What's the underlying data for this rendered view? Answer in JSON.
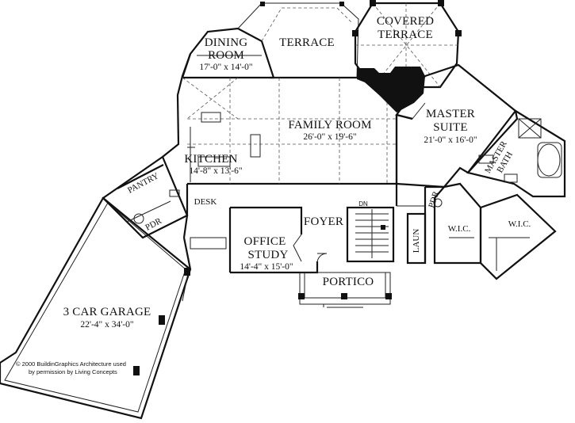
{
  "rooms": {
    "dining": {
      "name": "DINING",
      "name2": "ROOM",
      "dims": "17'-0\" x 14'-0\""
    },
    "terrace": {
      "name": "TERRACE"
    },
    "covered_terrace": {
      "name": "COVERED",
      "name2": "TERRACE"
    },
    "family": {
      "name": "FAMILY ROOM",
      "dims": "26'-0\" x 19'-6\""
    },
    "master_suite": {
      "name": "MASTER",
      "name2": "SUITE",
      "dims": "21'-0\" x 16'-0\""
    },
    "master_bath": {
      "name": "MASTER",
      "name2": "BATH"
    },
    "kitchen": {
      "name": "KITCHEN",
      "dims": "14'-8\" x 13'-6\""
    },
    "pantry": {
      "name": "PANTRY"
    },
    "pdr_left": {
      "name": "PDR"
    },
    "pdr_right": {
      "name": "PDR"
    },
    "desk": {
      "name": "DESK"
    },
    "foyer": {
      "name": "FOYER"
    },
    "stair": {
      "name": "DN"
    },
    "office": {
      "name": "OFFICE",
      "name2": "STUDY",
      "dims": "14'-4\" x 15'-0\""
    },
    "laun": {
      "name": "LAUN"
    },
    "wic_left": {
      "name": "W.I.C."
    },
    "wic_right": {
      "name": "W.I.C."
    },
    "portico": {
      "name": "PORTICO"
    },
    "garage": {
      "name": "3 CAR GARAGE",
      "dims": "22'-4\" x 34'-0\""
    }
  },
  "credit": {
    "line1": "© 2000 BuildinGraphics Architecture used",
    "line2": "by permission by Living Concepts"
  },
  "colors": {
    "ink": "#111111",
    "paper": "#ffffff"
  }
}
